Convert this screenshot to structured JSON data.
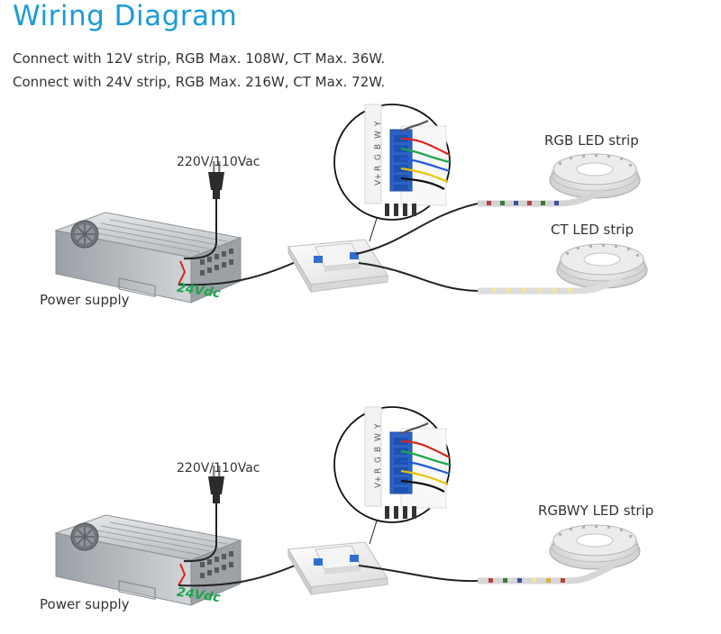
{
  "header": {
    "title": "Wiring Diagram",
    "line1": "Connect with 12V strip, RGB Max. 108W, CT Max. 36W.",
    "line2": "Connect with 24V strip, RGB Max. 216W, CT Max. 72W."
  },
  "diagram1": {
    "mains_label": "220V/110Vac",
    "psu_label": "Power supply",
    "voltage_label": "24Vdc",
    "strip1_label": "RGB LED strip",
    "strip2_label": "CT LED strip",
    "terminal_labels": [
      "V+",
      "R",
      "G",
      "B",
      "W",
      "Y"
    ]
  },
  "diagram2": {
    "mains_label": "220V/110Vac",
    "psu_label": "Power supply",
    "voltage_label": "24Vdc",
    "strip_label": "RGBWY LED strip",
    "terminal_labels": [
      "V+",
      "R",
      "G",
      "B",
      "W",
      "Y"
    ]
  },
  "colors": {
    "title": "#1a9bd7",
    "voltage": "#1aa64b",
    "wire": "#222222",
    "psu_red_wire": "#d9261c"
  }
}
